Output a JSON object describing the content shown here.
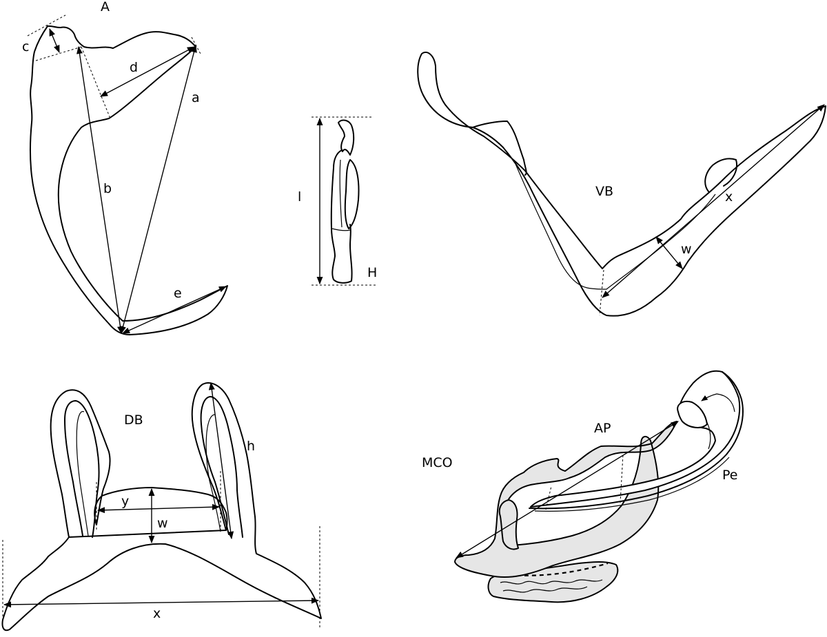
{
  "panels": {
    "a": {
      "name": "A",
      "measures": [
        "a",
        "b",
        "c",
        "d",
        "e"
      ]
    },
    "h": {
      "name": "H",
      "measures": [
        "l"
      ]
    },
    "vb": {
      "name": "VB",
      "measures": [
        "x",
        "w"
      ]
    },
    "db": {
      "name": "DB",
      "measures": [
        "h",
        "y",
        "w",
        "x"
      ]
    },
    "mco": {
      "name": "MCO",
      "parts": [
        "AP",
        "Pe"
      ]
    }
  }
}
